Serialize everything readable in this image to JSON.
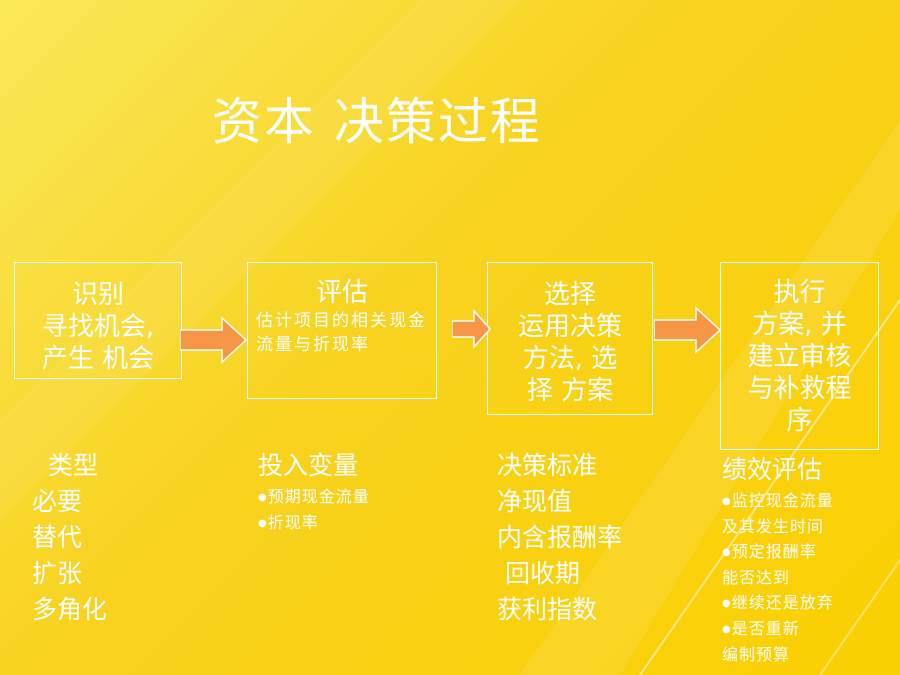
{
  "title": "资本  决策过程",
  "steps": [
    {
      "title": "识别",
      "body": "寻找机会,\n产生  机会"
    },
    {
      "title": "评估",
      "body": "估计项目的相关现金流量与折现率"
    },
    {
      "title": "选择",
      "body": "运用决策\n方法, 选\n择  方案"
    },
    {
      "title": "执行",
      "body": "方案, 并\n建立审核\n与补救程\n序"
    }
  ],
  "columns": [
    {
      "head": "类型",
      "items": [
        "必要",
        "替代",
        "扩张",
        "多角化"
      ]
    },
    {
      "head": "投入变量",
      "subitems": [
        "预期现金流量",
        "折现率"
      ]
    },
    {
      "head": "决策标准",
      "items": [
        "净现值",
        "内含报酬率",
        " 回收期",
        "获利指数"
      ]
    },
    {
      "head": "绩效评估",
      "subitems": [
        "监控现金流量\n及其发生时间",
        "预定报酬率\n能否达到",
        "继续还是放弃",
        "是否重新\n编制预算"
      ]
    }
  ],
  "colors": {
    "text": "#ffffff",
    "arrow": "#f79646",
    "background": "#f8d21e"
  }
}
